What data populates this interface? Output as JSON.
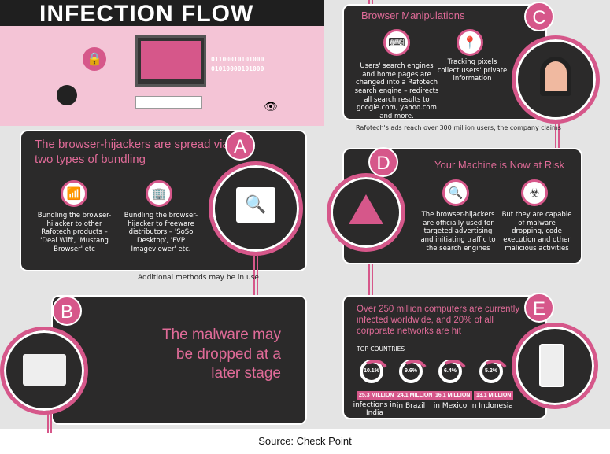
{
  "title": "INFECTION FLOW",
  "header_art": {
    "binary": "01100010101000 01010000101000"
  },
  "section_a": {
    "letter": "A",
    "heading": "The browser-hijackers are spread via two types of bundling",
    "items": [
      {
        "icon": "wifi-icon",
        "text": "Bundling the browser-hijacker to other Rafotech products – 'Deal Wifi', 'Mustang Browser' etc"
      },
      {
        "icon": "building-icon",
        "text": "Bundling the browser-hijacker to freeware distributors – 'SoSo Desktop', 'FVP Imageviewer' etc."
      }
    ],
    "caption": "Additional methods may be in use"
  },
  "section_b": {
    "letter": "B",
    "heading": "The malware may be dropped at a later stage"
  },
  "section_c": {
    "letter": "C",
    "heading": "Browser Manipulations",
    "items": [
      {
        "icon": "browser-search-icon",
        "text": "Users' search engines and home pages are changed into a Rafotech search engine – redirects all search results to google.com, yahoo.com and more."
      },
      {
        "icon": "location-pin-icon",
        "text": "Tracking pixels collect users' private information"
      }
    ],
    "caption": "Rafotech's ads reach over 300 million users, the company claims"
  },
  "section_d": {
    "letter": "D",
    "heading": "Your Machine is Now at Risk",
    "items": [
      {
        "icon": "search-icon",
        "text": "The browser-hijackers are officially used for targeted advertising and initiating traffic to the search engines"
      },
      {
        "icon": "biohazard-icon",
        "text": "But they are capable of malware dropping, code execution and other malicious activities"
      }
    ]
  },
  "section_e": {
    "letter": "E",
    "heading": "Over 250 million computers are currently infected worldwide, and 20% of all corporate networks are hit",
    "subheading": "TOP COUNTRIES",
    "countries": [
      {
        "percent": "10.1%",
        "value": 10.1,
        "count": "25.3 MILLION",
        "label": "infections in India"
      },
      {
        "percent": "9.6%",
        "value": 9.6,
        "count": "24.1 MILLION",
        "label": "in Brazil"
      },
      {
        "percent": "6.4%",
        "value": 6.4,
        "count": "16.1 MILLION",
        "label": "in Mexico"
      },
      {
        "percent": "5.2%",
        "value": 5.2,
        "count": "13.1 MILLION",
        "label": "in Indonesia"
      }
    ]
  },
  "source": "Source: Check Point",
  "colors": {
    "accent": "#d6578a",
    "panel": "#2b2a2a",
    "background": "#e4e4e4",
    "header": "#f4c4d6"
  }
}
